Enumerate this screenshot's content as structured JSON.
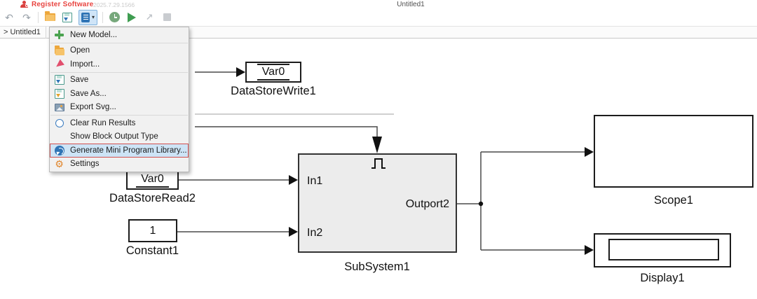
{
  "header": {
    "app_title": "Register Software",
    "app_version": "2025.7.29.1566",
    "document_title": "Untitled1"
  },
  "toolbar": {
    "undo_glyph": "↶",
    "redo_glyph": "↷",
    "dropdown_caret": "▾",
    "export_glyph": "↗",
    "gear_glyph": "⚙"
  },
  "tab_bar": {
    "breadcrumb": "> Untitled1"
  },
  "file_menu": {
    "items": [
      {
        "label": "New Model...",
        "icon": "plus-icon"
      },
      {
        "label": "Open",
        "icon": "folder-icon"
      },
      {
        "label": "Import...",
        "icon": "import-arrow-icon"
      },
      {
        "label": "Save",
        "icon": "save-icon"
      },
      {
        "label": "Save As...",
        "icon": "save-as-icon"
      },
      {
        "label": "Export Svg...",
        "icon": "image-icon"
      },
      {
        "label": "Clear Run Results",
        "icon": "circle-outline-icon"
      },
      {
        "label": "Show Block Output Type",
        "icon": null
      },
      {
        "label": "Generate Mini Program Library...",
        "icon": "generate-icon",
        "highlighted": true
      },
      {
        "label": "Settings",
        "icon": "gear-icon"
      }
    ],
    "highlight_bg": "#cde4f6",
    "highlight_border": "#d05050"
  },
  "diagram": {
    "blocks": {
      "data_store_write": {
        "value": "Var0",
        "label": "DataStoreWrite1"
      },
      "data_store_read": {
        "value": "Var0",
        "label": "DataStoreRead2"
      },
      "constant": {
        "value": "1",
        "label": "Constant1"
      },
      "subsystem": {
        "label": "SubSystem1",
        "ports": {
          "in1": "In1",
          "in2": "In2",
          "out": "Outport2"
        }
      },
      "scope": {
        "label": "Scope1"
      },
      "display": {
        "label": "Display1"
      }
    }
  },
  "colors": {
    "app_title_red": "#e8433f",
    "menu_highlight_bg": "#cde4f6",
    "annotation_red": "#d05050",
    "subsystem_fill": "#ececec",
    "accent_blue": "#2f74b5",
    "run_green": "#3f9d51"
  }
}
